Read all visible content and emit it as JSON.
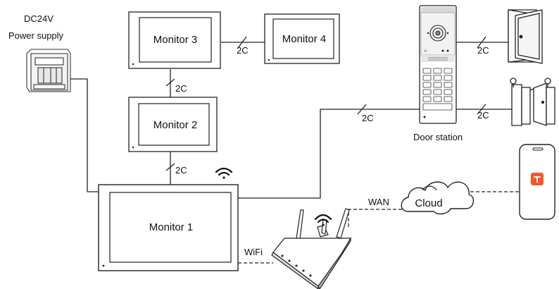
{
  "power_supply": {
    "line1": "DC24V",
    "line2": "Power supply"
  },
  "monitors": {
    "m1": "Monitor 1",
    "m2": "Monitor 2",
    "m3": "Monitor 3",
    "m4": "Monitor 4"
  },
  "door_station": {
    "label": "Door station"
  },
  "wiring": {
    "two_wire": "2C"
  },
  "network": {
    "wan": "WAN",
    "wifi": "WiFi",
    "cloud": "Cloud"
  },
  "icons": {
    "wifi": "wifi-icon",
    "router": "router-icon",
    "cloud": "cloud-icon",
    "smartphone": "smartphone-icon",
    "door": "door-icon",
    "gate": "gate-icon",
    "power_supply": "power-supply-icon",
    "app": "tuya-app-icon"
  },
  "colors": {
    "app_accent": "#f05a28",
    "line": "#222222"
  }
}
